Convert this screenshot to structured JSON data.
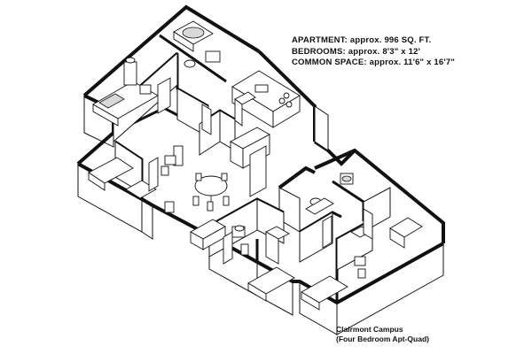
{
  "specs": [
    {
      "label": "APARTMENT:",
      "value": "approx. 996 SQ. FT."
    },
    {
      "label": "BEDROOMS:",
      "value": "approx. 8'3\" x 12'"
    },
    {
      "label": "COMMON SPACE:",
      "value": "approx. 11'6\" x 16'7\""
    }
  ],
  "caption": {
    "title": "Clairmont Campus",
    "subtitle": "(Four Bedroom Apt-Quad)"
  },
  "colors": {
    "ink": "#111111",
    "wall_top": "#1a1a1a",
    "wall_face": "#ffffff",
    "floor": "#ffffff"
  },
  "icons": [
    "bed-icon",
    "desk-icon",
    "chair-icon",
    "dresser-icon",
    "bathtub-icon",
    "toilet-icon",
    "sink-icon",
    "kitchen-counter-icon",
    "stove-icon",
    "refrigerator-icon",
    "dining-table-icon",
    "sofa-icon",
    "door-icon"
  ]
}
